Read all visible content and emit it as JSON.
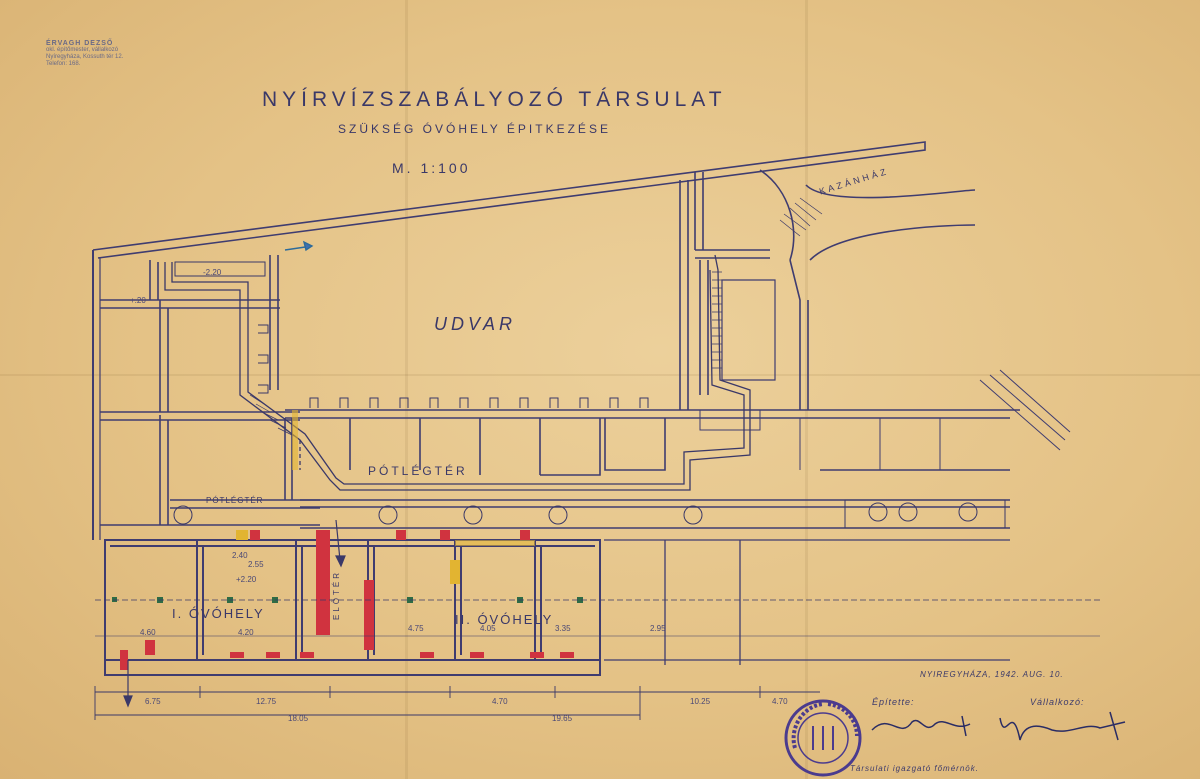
{
  "sheet": {
    "title": "NYÍRVÍZSZABÁLYOZÓ TÁRSULAT",
    "subtitle": "SZÜKSÉG ÓVÓHELY ÉPITKEZÉSE",
    "scale": "M. 1:100"
  },
  "rooms": {
    "yard": "UDVAR",
    "airspace_main": "PÓTLÉGTÉR",
    "airspace_small": "PÓTLÉGTÉR",
    "boiler_house": "KAZÁNHÁZ",
    "shelter_1": "I. ÓVÓHELY",
    "shelter_2": "II. ÓVÓHELY",
    "anteroom": "ELŐTÉR"
  },
  "dimensions": {
    "d1": "6.75",
    "d2": "12.75",
    "d3": "4.70",
    "d4": "10.25",
    "d5": "4.70",
    "d6": "18.05",
    "d7": "19.65",
    "r1": "4.60",
    "r2": "4.20",
    "r3": "4.75",
    "r4": "4.05",
    "r5": "3.35",
    "r6": "2.95",
    "r7": "2.55",
    "l1": "2.40",
    "l2": "+2.20",
    "l3": "-2.20",
    "l4": "+.20"
  },
  "signatures": {
    "dateline": "NYIREGYHÁZA, 1942. AUG. 10.",
    "drafter_label": "Építette:",
    "contractor_label": "Vállalkozó:",
    "director_label": "Társulati igazgató főmérnök."
  },
  "colors": {
    "ink": "#3a3868",
    "paper": "#e6c78f",
    "red_mark": "#d0333f",
    "yellow_mark": "#e2b431",
    "green_mark": "#2f6b45",
    "stamp_violet": "#4b3b8e"
  }
}
